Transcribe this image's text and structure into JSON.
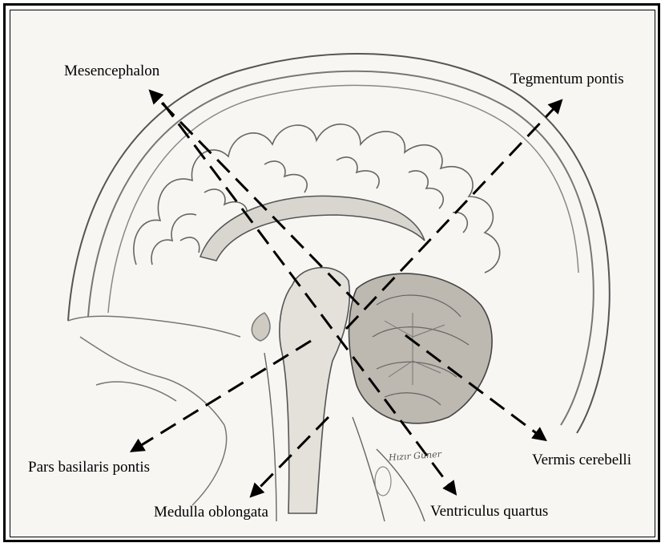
{
  "labels": {
    "mesencephalon": "Mesencephalon",
    "tegmentum_pontis": "Tegmentum pontis",
    "pars_basilaris_pontis": "Pars basilaris pontis",
    "vermis_cerebelli": "Vermis cerebelli",
    "medulla_oblongata": "Medulla oblongata",
    "ventriculus_quartus": "Ventriculus quartus"
  },
  "signature": "Hızır Güner"
}
